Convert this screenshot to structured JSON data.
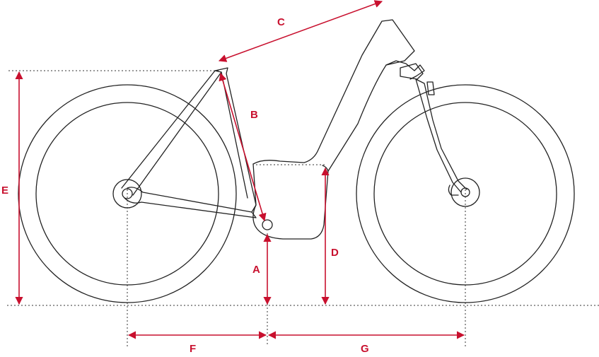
{
  "labels": {
    "A": "A",
    "B": "B",
    "C": "C",
    "D": "D",
    "E": "E",
    "F": "F",
    "G": "G"
  },
  "colors": {
    "dimension": "#c8102e",
    "outline": "#222222",
    "background": "#ffffff"
  }
}
